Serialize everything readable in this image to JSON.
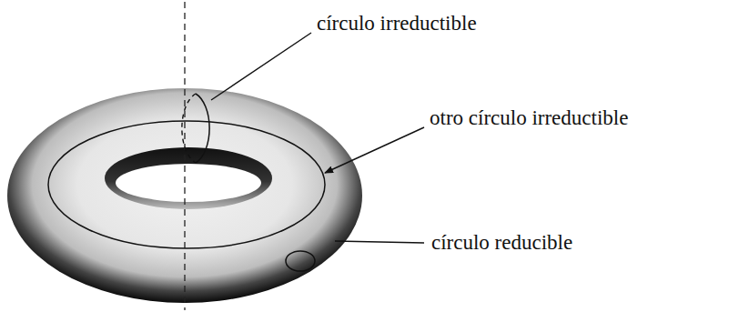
{
  "diagram": {
    "labels": [
      "círculo irreductible",
      "otro círculo irreductible",
      "círculo reducible"
    ]
  }
}
